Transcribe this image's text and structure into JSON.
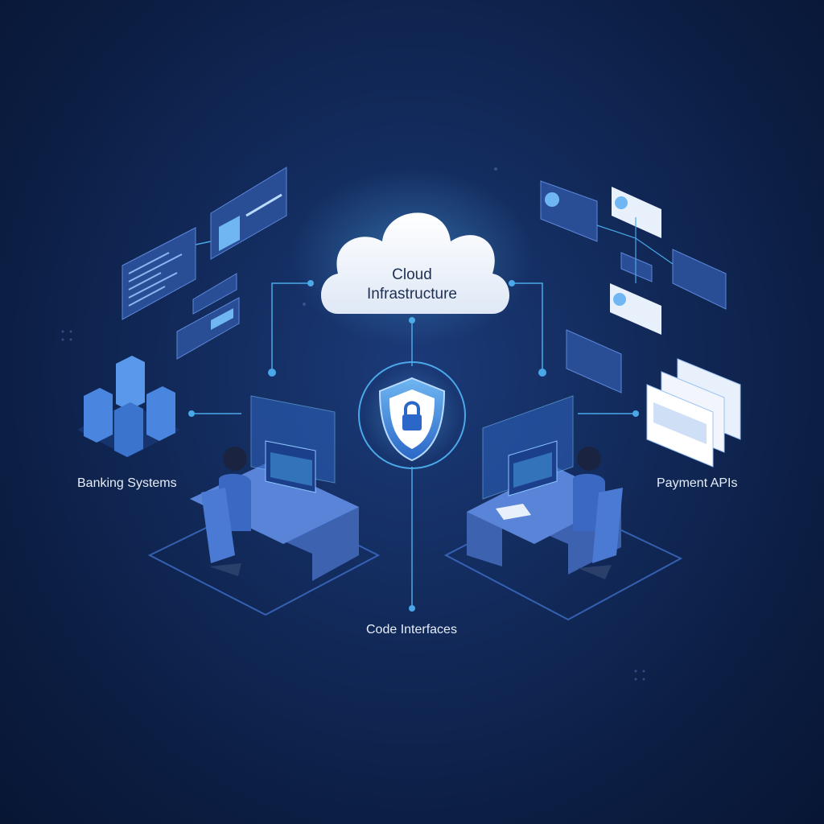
{
  "cloud": {
    "line1": "Cloud",
    "line2": "Infrastructure"
  },
  "labels": {
    "banking": "Banking Systems",
    "payment": "Payment APIs",
    "code": "Code Interfaces"
  },
  "icons": [
    "cloud-icon",
    "shield-lock-icon",
    "server-buildings-icon",
    "browser-windows-icon",
    "developer-workstation-icon"
  ],
  "colors": {
    "background": "#132c5e",
    "accent": "#4aa8e8",
    "cloud": "#f2f6fc",
    "desk": "#3d63b0"
  }
}
